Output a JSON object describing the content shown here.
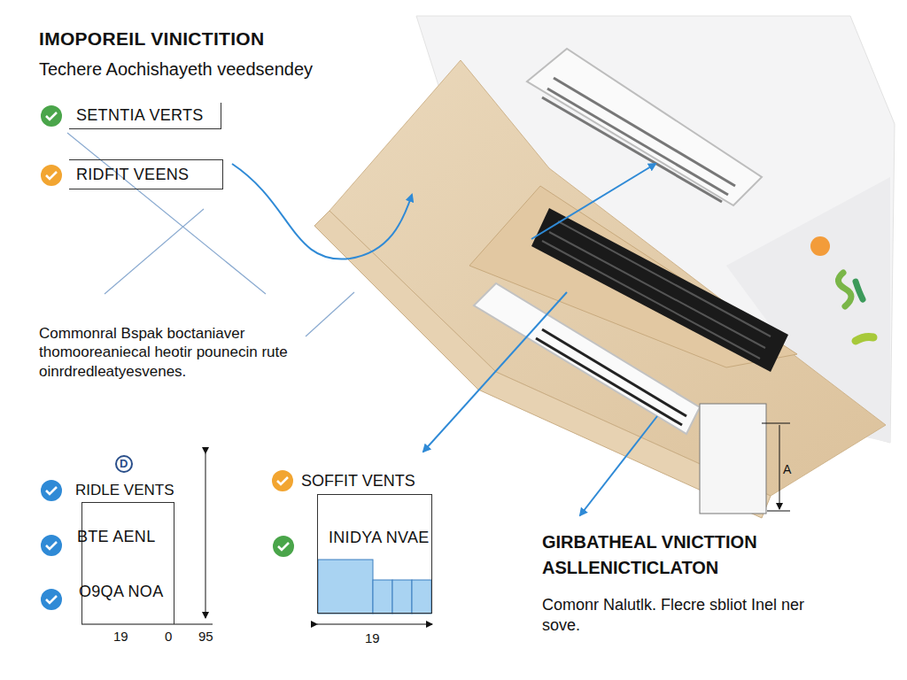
{
  "diagram": {
    "title": "IMOPOREIL VINICTITION",
    "nodes": [
      {
        "text": [
          "SETNTIA VERTS"
        ]
      },
      {
        "text": [
          "RIDFIT VEENS"
        ]
      },
      {
        "text": [
          "BTE AENL",
          "O9QA NOA"
        ]
      },
      {
        "text": [
          "INIDYA NVAE"
        ]
      }
    ],
    "labels": [
      "Techere Aochishayeth veedsendey",
      "Commonral Bspak boctaniaver thomooreaniecal heotir pounecin rute oinrdredleatyesvenes.",
      "D",
      "RIDLE VENTS",
      "19",
      "0",
      "95",
      "SOFFIT VENTS",
      "19",
      "A",
      "GIRBATHEAL VNICTTION ASLLENICTICLATON",
      "Comonr Nalutlk. Flecre sbliot Inel ner sove."
    ]
  }
}
